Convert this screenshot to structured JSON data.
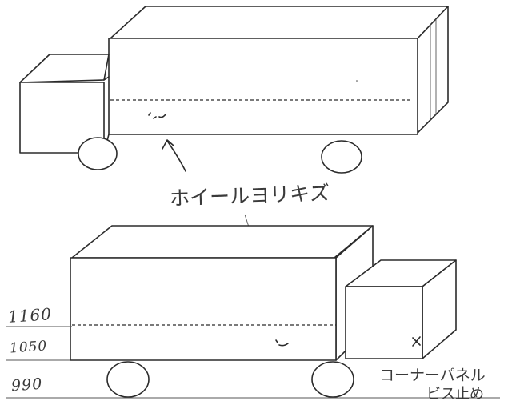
{
  "annotation_main": "ホイールヨリキズ",
  "dimensions": {
    "h1": "1160",
    "h2": "1050",
    "h3": "990"
  },
  "note": {
    "line1": "コーナーパネル",
    "line2": "ビス止め"
  }
}
